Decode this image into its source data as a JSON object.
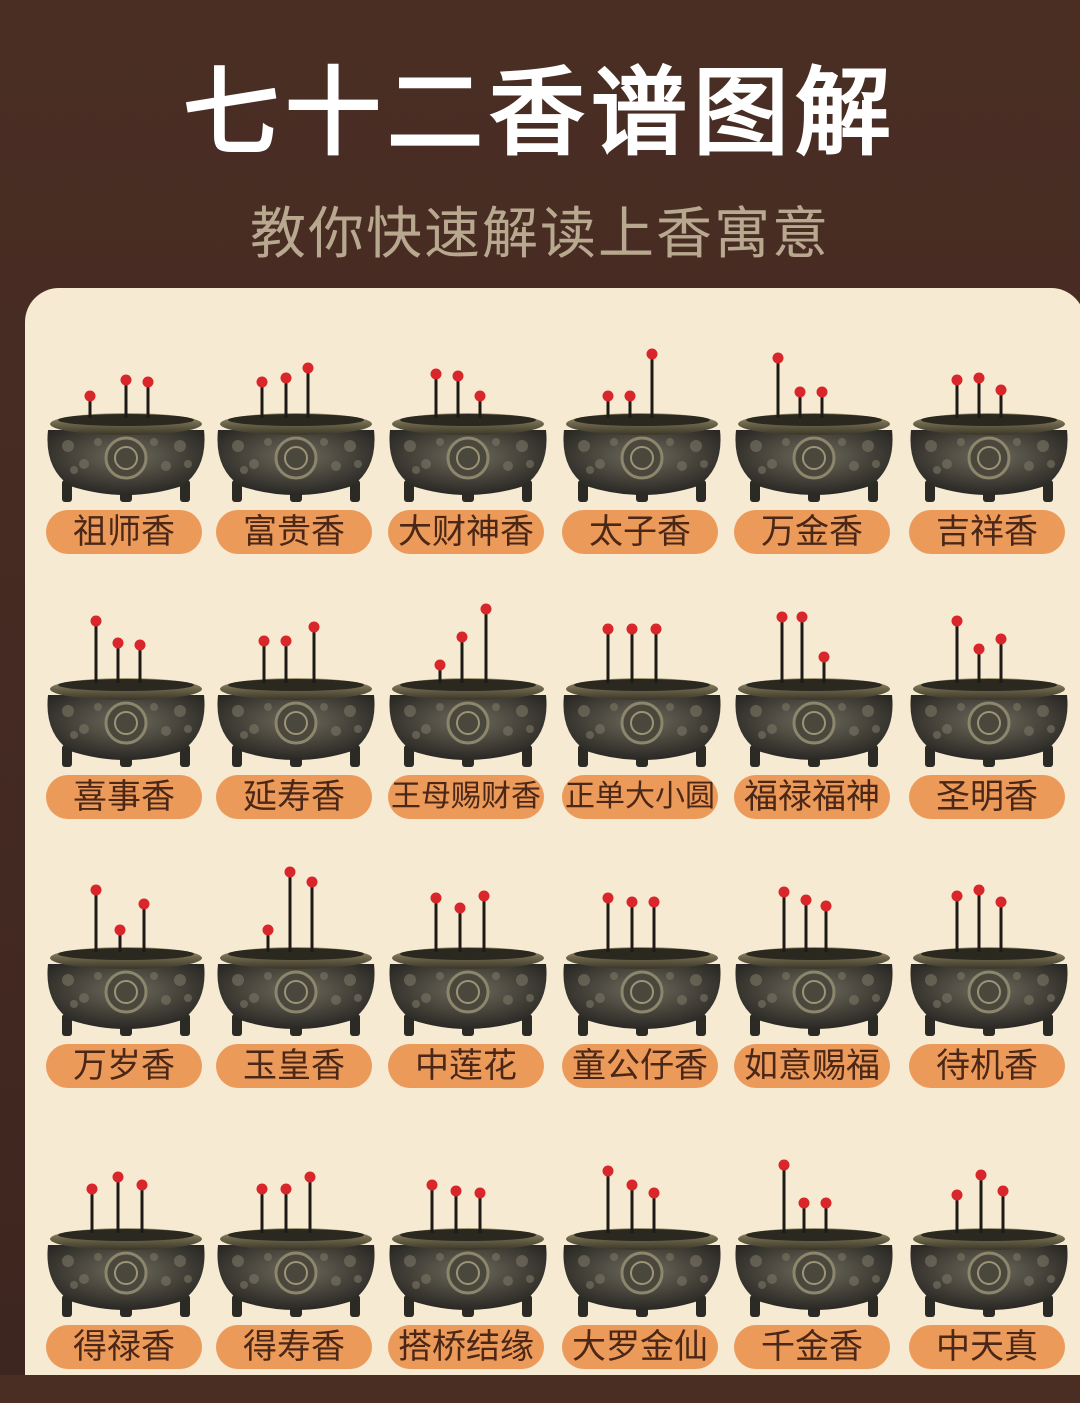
{
  "header": {
    "title": "七十二香谱图解",
    "subtitle": "教你快速解读上香寓意"
  },
  "colors": {
    "background": "#4a2e24",
    "panel": "#f6ead3",
    "label_pill": "#ec9a5a",
    "incense_tip": "#d8262a"
  },
  "incense_items": [
    {
      "label": "祖师香"
    },
    {
      "label": "富贵香"
    },
    {
      "label": "大财神香"
    },
    {
      "label": "太子香"
    },
    {
      "label": "万金香"
    },
    {
      "label": "吉祥香"
    },
    {
      "label": "喜事香"
    },
    {
      "label": "延寿香"
    },
    {
      "label": "王母赐财香"
    },
    {
      "label": "正单大小圆"
    },
    {
      "label": "福禄福神"
    },
    {
      "label": "圣明香"
    },
    {
      "label": "万岁香"
    },
    {
      "label": "玉皇香"
    },
    {
      "label": "中莲花"
    },
    {
      "label": "童公仔香"
    },
    {
      "label": "如意赐福"
    },
    {
      "label": "待机香"
    },
    {
      "label": "得禄香"
    },
    {
      "label": "得寿香"
    },
    {
      "label": "搭桥结缘"
    },
    {
      "label": "大罗金仙"
    },
    {
      "label": "千金香"
    },
    {
      "label": "中天真"
    }
  ]
}
